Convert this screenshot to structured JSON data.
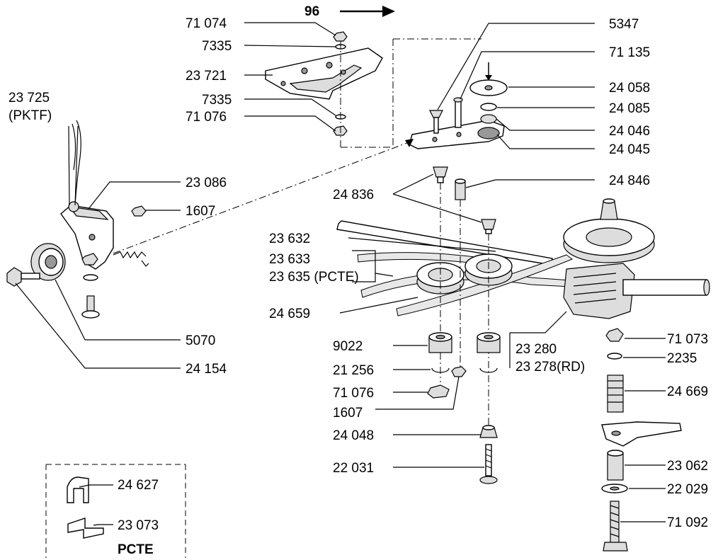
{
  "heading": {
    "text": "96"
  },
  "labels": {
    "l71074": "71 074",
    "l7335a": "7335",
    "l23721": "23 721",
    "l7335b": "7335",
    "l71076a": "71 076",
    "l23725": "23 725",
    "lpktf": "(PKTF)",
    "l23086": "23 086",
    "l1607a": "1607",
    "l5070": "5070",
    "l24154": "24 154",
    "l5347": "5347",
    "l71135": "71 135",
    "l24058": "24 058",
    "l24085": "24 085",
    "l24046": "24 046",
    "l24045": "24 045",
    "l24846": "24 846",
    "l24836": "24 836",
    "l23632": "23 632",
    "l23633": "23 633",
    "l23635": "23 635 (PCTE)",
    "l24659": "24 659",
    "l9022": "9022",
    "l21256": "21 256",
    "l71076b": "71 076",
    "l1607b": "1607",
    "l24048": "24 048",
    "l22031": "22 031",
    "l23280": "23 280",
    "l23278": "23 278(RD)",
    "l71073": "71 073",
    "l2235": "2235",
    "l24669": "24 669",
    "l23062": "23 062",
    "l22029": "22 029",
    "l71092": "71 092"
  },
  "inset": {
    "l24627": "24 627",
    "l23073": "23 073",
    "title": "PCTE"
  }
}
